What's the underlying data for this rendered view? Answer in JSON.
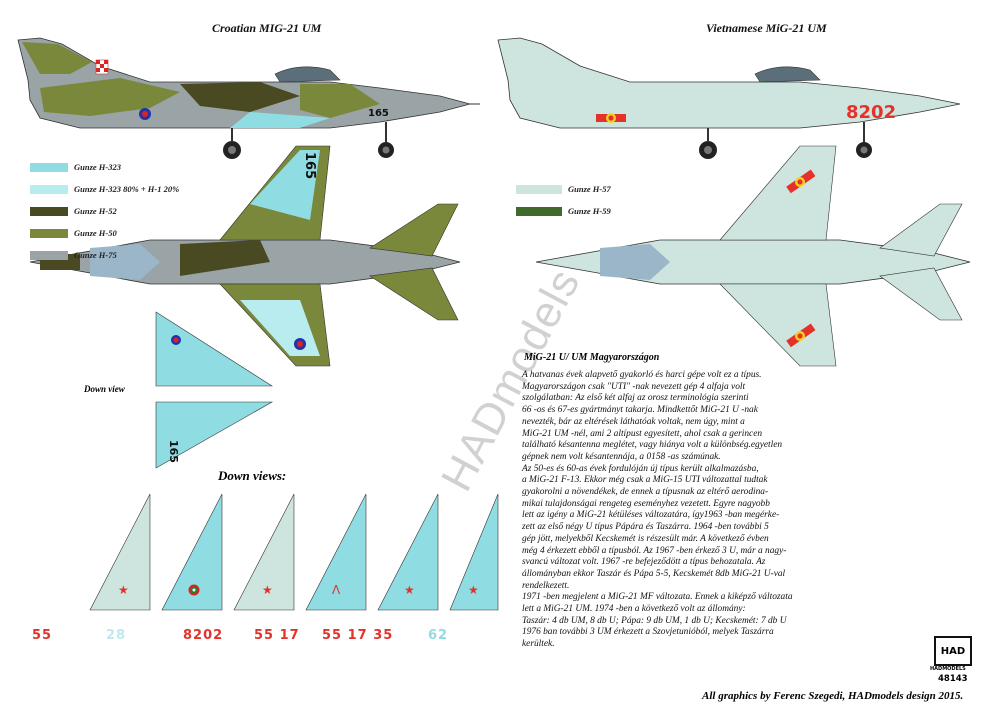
{
  "titles": {
    "croatian": "Croatian MIG-21 UM",
    "vietnamese": "Vietnamese MiG-21 UM"
  },
  "legend_croatian": [
    {
      "label": "Gunze H-323",
      "color": "#8fdde3"
    },
    {
      "label": "Gunze H-323 80% + H-1 20%",
      "color": "#b8ecef"
    },
    {
      "label": "Gunze H-52",
      "color": "#4a4a22"
    },
    {
      "label": "Gunze H-50",
      "color": "#79883a"
    },
    {
      "label": "Gunze H-75",
      "color": "#9aa3a6"
    }
  ],
  "legend_vietnamese": [
    {
      "label": "Gunze H-57",
      "color": "#cde5de"
    },
    {
      "label": "Gunze H-59",
      "color": "#3f6a2b"
    }
  ],
  "markings": {
    "croatian_side_number": "165",
    "croatian_tail_number": "165",
    "croatian_down_number": "165",
    "vietnamese_number": "8202"
  },
  "down_view_label": "Down view",
  "down_views_title": "Down views:",
  "down_view_codes": [
    {
      "text": "55",
      "color": "#e4322b"
    },
    {
      "text": "28",
      "color": "#bfe9ef"
    },
    {
      "text": "8202",
      "color": "#e4322b"
    },
    {
      "text": "55 17",
      "color": "#e4322b"
    },
    {
      "text": "55 17 35",
      "color": "#e4322b"
    },
    {
      "text": "62",
      "color": "#8fdde3"
    }
  ],
  "watermark": "HADmodels",
  "article": {
    "title": "MiG-21 U/ UM Magyarországon",
    "lines": [
      "A hatvanas évek alapvető gyakorló és harci gépe volt ez a típus.",
      "Magyarországon csak \"UTI\" -nak nevezett gép 4 alfaja volt",
      "szolgálatban: Az első két alfaj az orosz terminológia szerinti",
      "66 -os és 67-es gyártmányt takarja. Mindkettőt MiG-21 U -nak",
      "nevezték, bár az eltérések láthatóak voltak, nem úgy, mint a",
      "MiG-21 UM -nél, ami 2 altípust egyesített, ahol csak a gerincen",
      "található késantenna meglétet, vagy hiánya volt a különbség.egyetlen",
      "gépnek nem volt késantennája, a 0158 -as számúnak.",
      "Az 50-es és 60-as évek fordulóján új típus került alkalmazásba,",
      "a MiG-21 F-13. Ekkor még csak a MiG-15 UTI változattal tudtak",
      "gyakorolni a növendékek, de ennek a típusnak az eltérő aerodina-",
      "mikai tulajdonságai rengeteg eseményhez vezetett. Egyre nagyobb",
      "lett az igény a MiG-21 kétüléses változatára, így1963 -ban megérke-",
      "zett az első négy U típus Pápára és Taszárra. 1964 -ben további 5",
      "gép jött, melyekből Kecskemét is részesült már. A következő évben",
      "még 4 érkezett ebből a típusból. Az 1967 -ben érkező 3 U, már a nagy-",
      "svancú változat volt. 1967 -re befejeződött a típus behozatala. Az",
      "állományban ekkor Taszár és  Pápa 5-5, Kecskemét 8db MiG-21 U-val",
      "rendelkezett.",
      "1971 -ben megjelent a MiG-21 MF változata. Ennek a kiképző változata",
      "lett a MiG-21 UM. 1974 -ben a következő volt az állomány:",
      "Taszár: 4 db UM, 8 db U; Pápa: 9 db UM, 1 db U; Kecskemét: 7 db U",
      "1976 ban további 3 UM érkezett a Szovjetunióból, melyek Taszárra",
      "kerültek."
    ]
  },
  "logo": {
    "mark": "HAD",
    "sub": "HADMODELS",
    "number": "48143"
  },
  "footer": "All graphics by Ferenc Szegedi, HADmodels design 2015."
}
